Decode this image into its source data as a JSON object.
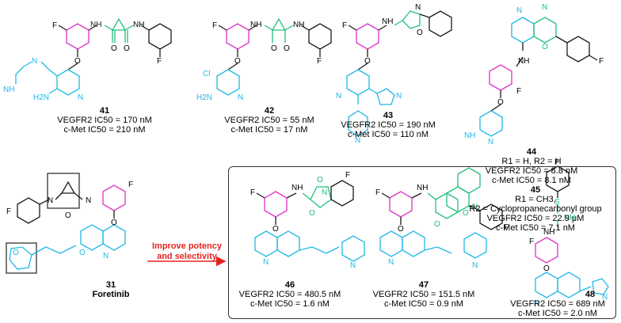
{
  "colors": {
    "bond": "#1a1a1a",
    "aryl_magenta": "#e030c8",
    "linker_green": "#21c07a",
    "quinoline_cyan": "#1fb8e6",
    "arrow_red": "#e8231f",
    "frame": "#333333"
  },
  "atoms": {
    "F": "F",
    "N": "N",
    "NH": "NH",
    "H": "H",
    "O": "O",
    "Cl": "Cl",
    "S": "S",
    "H2N": "H2N",
    "R1": "R1",
    "R2": "R2"
  },
  "compounds": [
    {
      "id": "41",
      "lines": [
        "VEGFR2 IC50 = 170  nM",
        "c-Met IC50 = 210 nM"
      ]
    },
    {
      "id": "42",
      "lines": [
        "VEGFR2 IC50 = 55  nM",
        "c-Met IC50 = 17 nM"
      ]
    },
    {
      "id": "43",
      "lines": [
        "VEGFR2 IC50 = 190  nM",
        "c-Met IC50 = 110 nM"
      ]
    },
    {
      "id": "44",
      "lines": [
        "R1 = H, R2 = H",
        "VEGFR2 IC50 = 8.8  nM",
        "c-Met IC50 = 8.1 nM"
      ]
    },
    {
      "id": "45",
      "lines": [
        "R1 = CH3,",
        "R2 = Cyclopropanecarbonyl group",
        "VEGFR2 IC50 = 22.9 μM",
        "c-Met IC50 = 7.1 nM"
      ]
    },
    {
      "id": "31",
      "name": "Foretinib"
    },
    {
      "id": "46",
      "lines": [
        "VEGFR2 IC50 = 480.5  nM",
        "c-Met IC50 = 1.6 nM"
      ]
    },
    {
      "id": "47",
      "lines": [
        "VEGFR2 IC50 = 151.5  nM",
        "c-Met IC50 = 0.9 nM"
      ]
    },
    {
      "id": "48",
      "lines": [
        "VEGFR2 IC50 = 689  nM",
        "c-Met IC50 = 2.0 nM"
      ]
    }
  ],
  "arrow_text": [
    "Improve potency",
    "and selectivity"
  ]
}
